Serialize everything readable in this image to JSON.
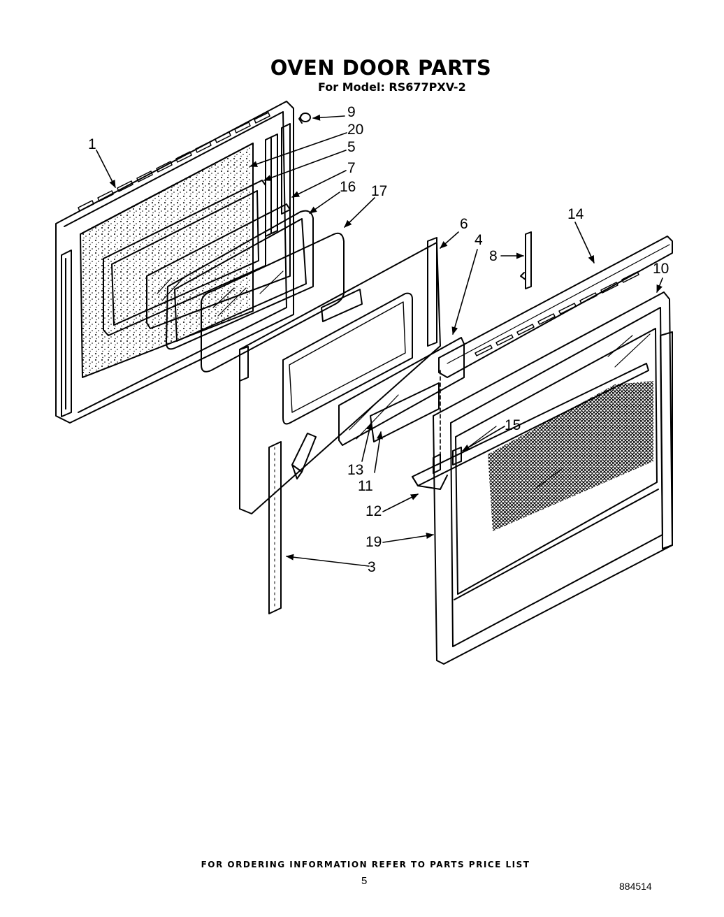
{
  "header": {
    "title": "OVEN DOOR PARTS",
    "model": "For Model: RS677PXV-2"
  },
  "callouts": {
    "c1": "1",
    "c3": "3",
    "c4": "4",
    "c5": "5",
    "c6": "6",
    "c7": "7",
    "c8": "8",
    "c9": "9",
    "c10": "10",
    "c11": "11",
    "c12": "12",
    "c13": "13",
    "c14": "14",
    "c15": "15",
    "c16": "16",
    "c17": "17",
    "c19": "19",
    "c20": "20"
  },
  "footer": {
    "ordering_note": "FOR ORDERING INFORMATION REFER TO PARTS PRICE LIST",
    "page_number": "5",
    "document_number": "884514"
  }
}
